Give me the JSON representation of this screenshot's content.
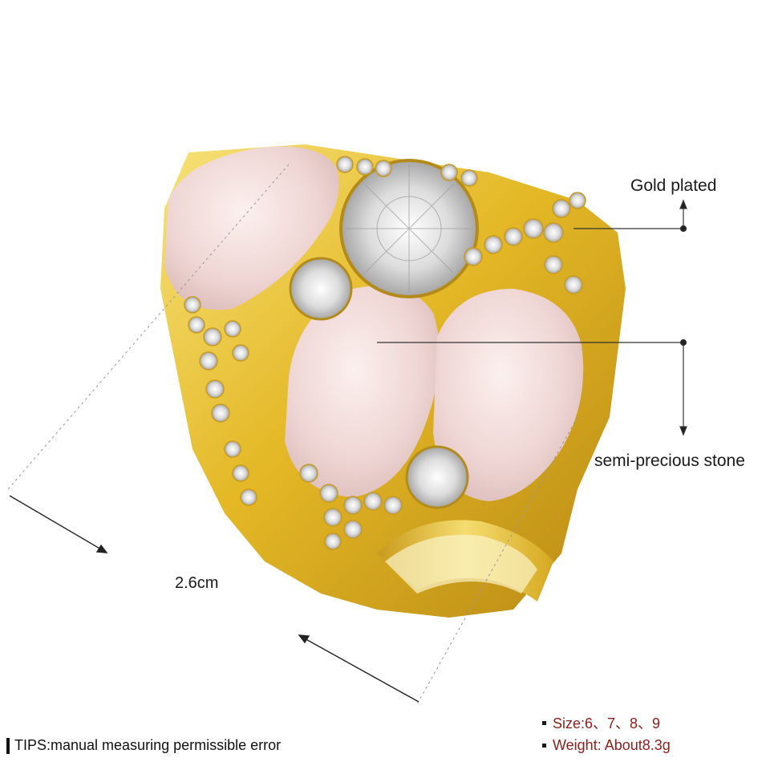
{
  "annotations": {
    "gold_label": "Gold plated",
    "stone_label": "semi-precious stone",
    "width_label": "2.6cm"
  },
  "footer": {
    "tips": "TIPS:manual measuring permissible error",
    "size": "Size:6、7、8、9",
    "weight": "Weight: About8.3g"
  },
  "colors": {
    "gold": "#e8c030",
    "stone": "#f1dcda",
    "spec_text": "#8a1f1a"
  }
}
